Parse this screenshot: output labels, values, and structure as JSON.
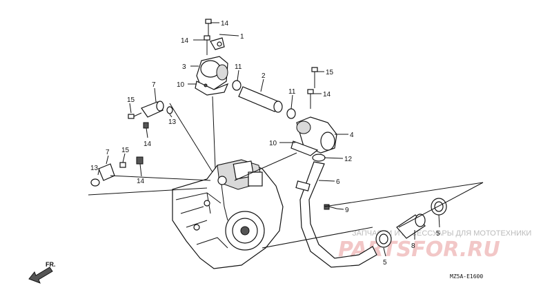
{
  "labels": {
    "l1": "1",
    "l2": "2",
    "l3": "3",
    "l4": "4",
    "l5a": "5",
    "l5b": "5",
    "l6": "6",
    "l7a": "7",
    "l7b": "7",
    "l8": "8",
    "l9": "9",
    "l10a": "10",
    "l10b": "10",
    "l11a": "11",
    "l11b": "11",
    "l12": "12",
    "l13a": "13",
    "l13b": "13",
    "l14a": "14",
    "l14b": "14",
    "l14c": "14",
    "l14d": "14",
    "l14e": "14",
    "l15a": "15",
    "l15b": "15",
    "l15c": "15"
  },
  "direction_label": "FR.",
  "diagram_code": "MZ5A-E1600",
  "watermark": {
    "top": "ЗАПЧАСТИ И АКСЕССУАРЫ ДЛЯ МОТОТЕХНИКИ",
    "brand": "PARTSFOR.RU"
  },
  "colors": {
    "line": "#111111",
    "watermark": "#f2c7c7"
  }
}
